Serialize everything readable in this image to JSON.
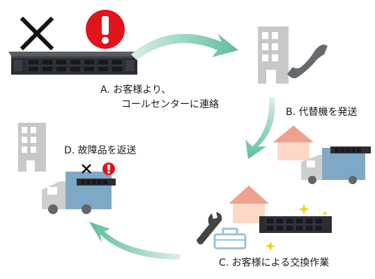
{
  "steps": {
    "a": {
      "line1": "A. お客様より、",
      "line2": "コールセンターに連絡"
    },
    "b": {
      "label": "B. 代替機を発送"
    },
    "c": {
      "label": "C. お客様による交換作業"
    },
    "d": {
      "label": "D. 故障品を返送"
    }
  },
  "icons": {
    "failure_mark": "x-mark-icon",
    "alert": "exclamation-icon",
    "server": "nas-server-icon",
    "building": "office-building-icon",
    "phone": "telephone-icon",
    "house": "house-icon",
    "truck": "delivery-truck-icon",
    "wrench": "wrench-icon",
    "toolbox": "toolbox-icon",
    "sparkle": "sparkle-icon",
    "arrow": "cycle-arrow-icon"
  },
  "colors": {
    "arrow": "#6ac3a4",
    "alert": "#e0141b",
    "building": "#c8c8c8",
    "truck_body": "#7fa8c6",
    "truck_cab": "#cfcfcf",
    "house_roof": "#f0a090",
    "house_wall": "#fbd9c6",
    "server": "#2a2d33",
    "toolbox": "#9bc3e0",
    "sparkle": "#f2d318"
  }
}
